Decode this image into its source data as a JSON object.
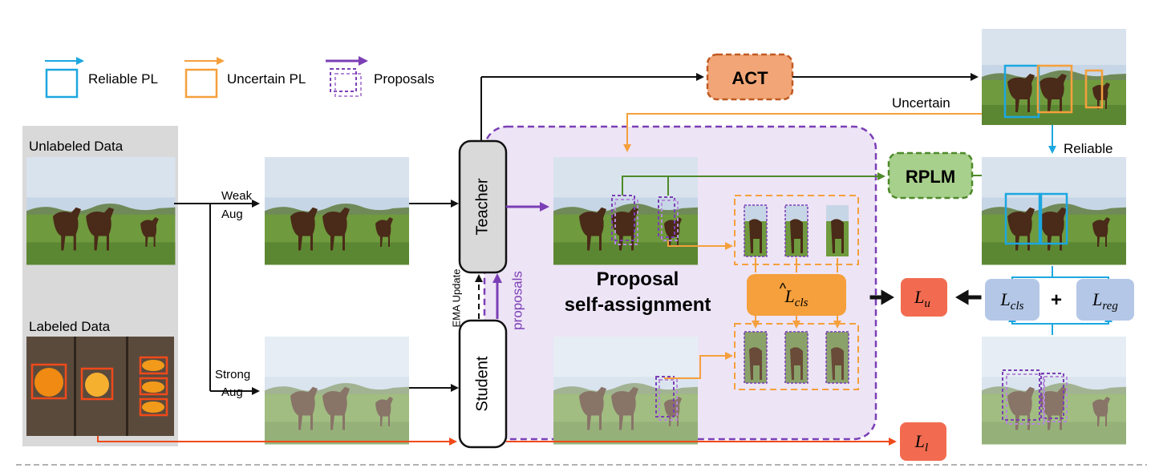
{
  "legend": {
    "reliable": "Reliable PL",
    "uncertain": "Uncertain PL",
    "proposals": "Proposals"
  },
  "sections": {
    "unlabeled": "Unlabeled Data",
    "labeled": "Labeled Data"
  },
  "augment": {
    "weak_top": "Weak",
    "weak_bottom": "Aug",
    "strong_top": "Strong",
    "strong_bottom": "Aug"
  },
  "models": {
    "teacher": "Teacher",
    "student": "Student",
    "ema": "EMA Update",
    "proposals": "proposals"
  },
  "modules": {
    "act": "ACT",
    "rplm": "RPLM",
    "psa_line1": "Proposal",
    "psa_line2": "self-assignment"
  },
  "flows": {
    "uncertain": "Uncertain",
    "reliable": "Reliable"
  },
  "losses": {
    "lcls_hat_base": "L",
    "lcls_hat_sub": "cls",
    "lu_base": "L",
    "lu_sub": "u",
    "lcls_base": "L",
    "lcls_sub": "cls",
    "plus": "+",
    "lreg_base": "L",
    "lreg_sub": "reg",
    "ll_base": "L",
    "ll_sub": "l"
  },
  "colors": {
    "reliable": "#1ca7e0",
    "uncertain": "#f5a03c",
    "proposal": "#7b3fb5",
    "act_fill": "#f2a677",
    "act_border": "#c05a22",
    "rplm_fill": "#a8d08d",
    "rplm_border": "#4e8a2a",
    "psa_fill": "#ede4f6",
    "lu_fill": "#f26b50",
    "loss_blue": "#b4c7e7",
    "labeled_arrow": "#f04a1a"
  }
}
